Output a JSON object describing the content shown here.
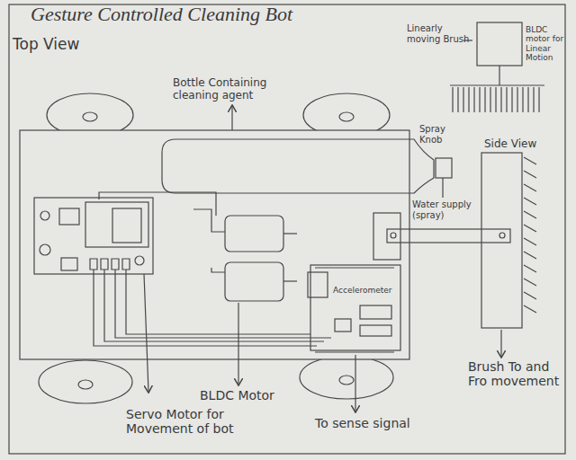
{
  "diagram": {
    "title": "Gesture Controlled Cleaning Bot",
    "labels": [
      "Top View",
      "Bottle Containing cleaning agent",
      "Linearly moving Brush",
      "BLDC motor for Linear Motion",
      "Side View",
      "Spray Knob",
      "Water supply (spray)",
      "Accelerometer",
      "Brush To and Fro movement",
      "Servo Motor for Movement of bot",
      "BLDC Motor",
      "To sense signal"
    ]
  }
}
